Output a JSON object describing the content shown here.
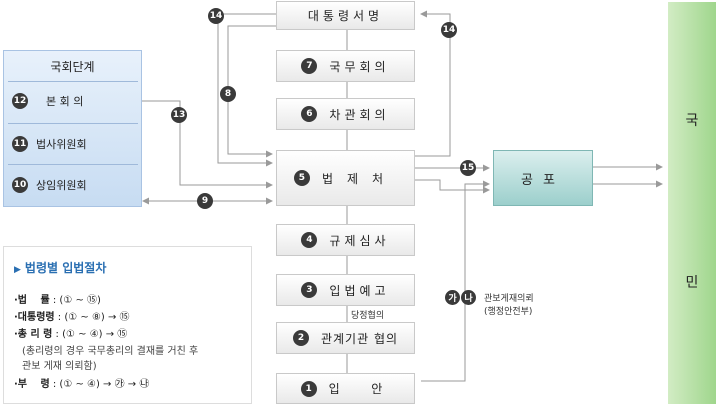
{
  "colors": {
    "line": "#9a9a9a",
    "badge": "#3a3a3a",
    "legend_title": "#2a6fb2",
    "assembly_bg": "#c7dcf2",
    "promulgation_bg": "#9ccfcc",
    "nation_bg": "#9fd68c"
  },
  "boxes": {
    "president": {
      "label": "대통령서명"
    },
    "cabinet": {
      "badge": "7",
      "label": "국무회의"
    },
    "vice": {
      "badge": "6",
      "label": "차관회의"
    },
    "legislation": {
      "badge": "5",
      "label": "법제처"
    },
    "regulation": {
      "badge": "4",
      "label": "규제심사"
    },
    "notice": {
      "badge": "3",
      "label": "입법예고"
    },
    "consult": {
      "badge": "2",
      "label": "관계기관 협의"
    },
    "proposal": {
      "badge": "1",
      "label": "입  안"
    }
  },
  "assembly": {
    "title": "국회단계",
    "items": [
      {
        "badge": "12",
        "label": "본 회 의"
      },
      {
        "badge": "11",
        "label": "법사위원회"
      },
      {
        "badge": "10",
        "label": "상임위원회"
      }
    ]
  },
  "promulgation": {
    "label": "공포"
  },
  "nation": {
    "top": "국",
    "bottom": "민"
  },
  "badges": {
    "b14_left": "14",
    "b14_right": "14",
    "b8": "8",
    "b13": "13",
    "b9": "9",
    "b15": "15",
    "ga": "가",
    "na": "나"
  },
  "notes": {
    "party": "당정협의",
    "publish_line1": "관보게재의뢰",
    "publish_line2": "(행정안전부)"
  },
  "legend": {
    "title": "법령별 입법절차",
    "law_name": "·법　 률",
    "law_steps": " : (① ~ ⑮)",
    "decree_name": "·대통령령",
    "decree_steps": " : (① ~ ⑧) → ⑮",
    "pm_name": "·총 리 령",
    "pm_steps": " : (① ~ ④) → ⑮",
    "pm_note1": "(총리령의 경우 국무총리의 결재를 거친 후",
    "pm_note2": "관보 게재 의뢰함)",
    "ministry_name": "·부　 령",
    "ministry_steps": " : (① ~ ④) → ㉮ → ㉯"
  }
}
